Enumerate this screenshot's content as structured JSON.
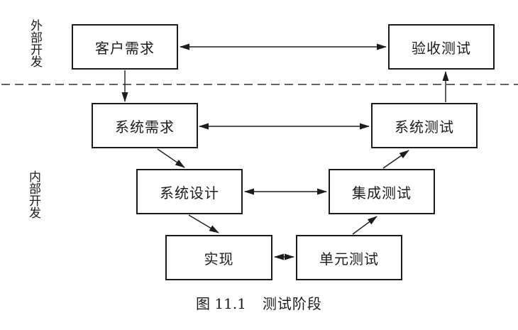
{
  "diagram": {
    "side_labels": {
      "external": "外部开发",
      "internal": "内部开发"
    },
    "boxes": {
      "customer_requirements": "客户需求",
      "acceptance_test": "验收测试",
      "system_requirements": "系统需求",
      "system_test": "系统测试",
      "system_design": "系统设计",
      "integration_test": "集成测试",
      "implementation": "实现",
      "unit_test": "单元测试"
    },
    "caption": {
      "figure_label": "图 11.1",
      "figure_title": "测试阶段"
    },
    "colors": {
      "line": "#1c1c1c",
      "dashed_divider": "#4d4d4d",
      "background": "#ffffff"
    }
  }
}
